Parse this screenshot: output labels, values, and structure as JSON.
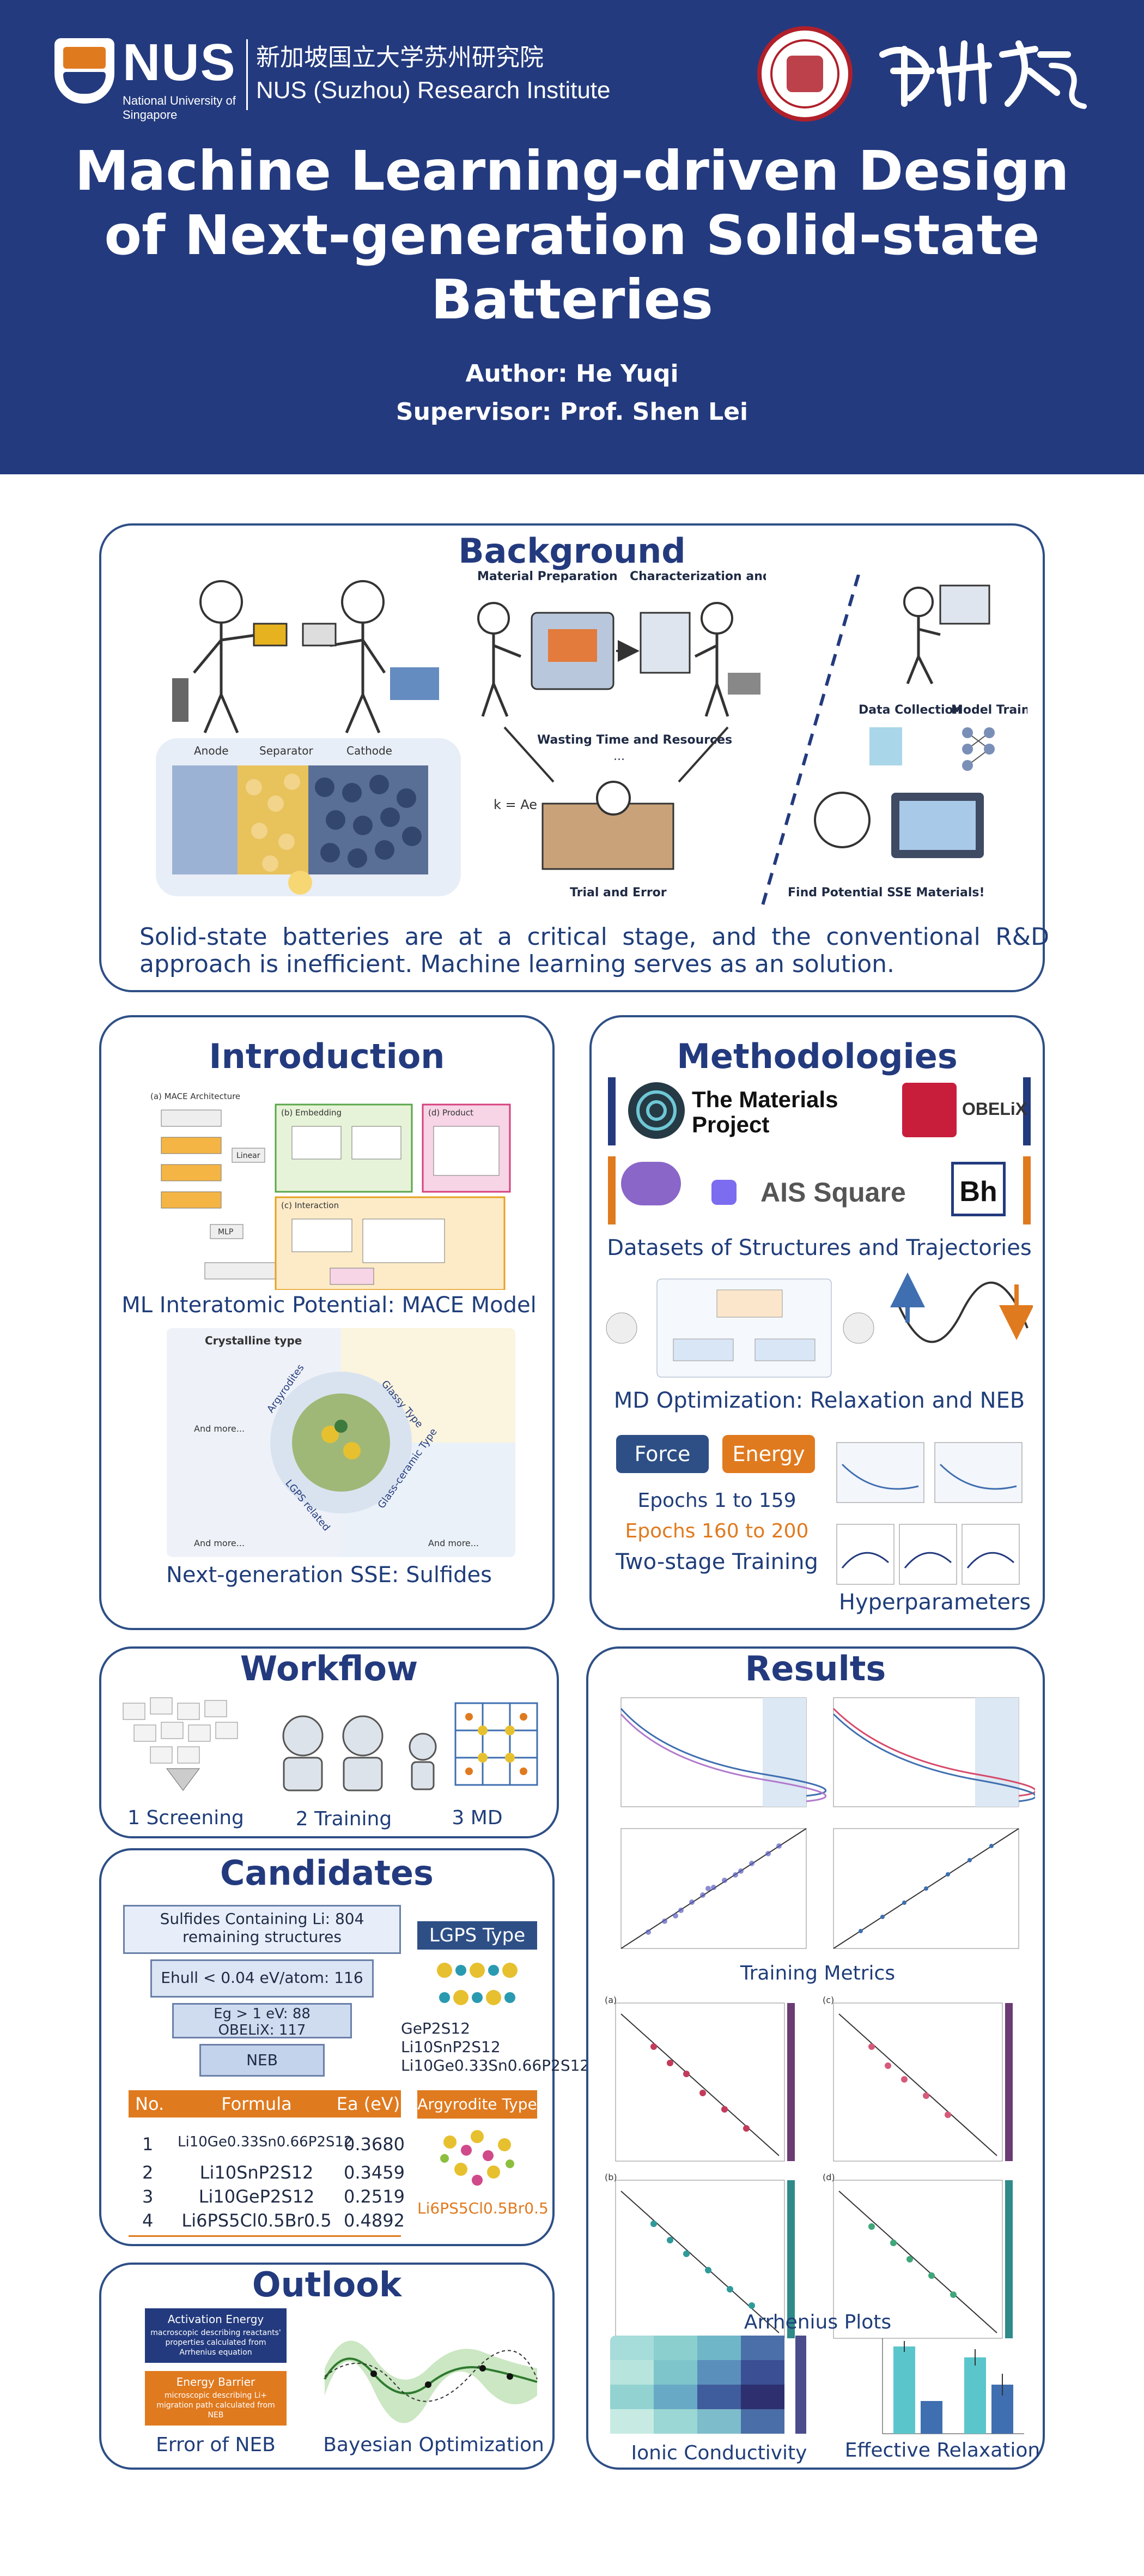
{
  "header": {
    "nus_name": "NUS",
    "nus_subtitle": "National University of Singapore",
    "institute_cn": "新加坡国立大学苏州研究院",
    "institute_en": "NUS (Suzhou) Research Institute",
    "title": "Machine Learning-driven Design of Next-generation Solid-state Batteries",
    "author": "Author: He Yuqi",
    "supervisor": "Supervisor: Prof. Shen Lei",
    "colors": {
      "banner": "#233a7e",
      "accent": "#e07a1f",
      "seal": "#b0202a"
    }
  },
  "background": {
    "title": "Background",
    "labels": {
      "material_prep": "Material Preparation",
      "characterization": "Characterization and Testing",
      "wasting": "Wasting Time and Resources",
      "ellipsis": "...",
      "trial": "Trial and Error",
      "data_collection": "Data Collection",
      "model_training": "Model Training",
      "find_sse": "Find Potential SSE Materials!",
      "anode": "Anode",
      "separator": "Separator",
      "cathode": "Cathode"
    },
    "text": "Solid-state batteries are at a critical stage, and the conventional R&D approach is inefficient. Machine learning serves as an solution."
  },
  "introduction": {
    "title": "Introduction",
    "mace_caption": "ML Interatomic Potential: MACE Model",
    "mace_labels": {
      "arch": "(a) MACE Architecture",
      "embedding": "(b) Embedding",
      "interaction": "(c) Interaction",
      "product": "(d) Product",
      "linear": "Linear",
      "mlp": "MLP"
    },
    "sse_caption": "Next-generation SSE: Sulfides",
    "sse_types": {
      "crystalline": "Crystalline type",
      "argyrodites": "Argyrodites",
      "glassy": "Glassy Type",
      "lgps": "LGPS related",
      "glass_ceramic": "Glass-ceramic Type",
      "and_more": "And more..."
    }
  },
  "methodologies": {
    "title": "Methodologies",
    "databases": [
      "The Materials Project",
      "OBELiX",
      "AIS Square"
    ],
    "datasets_caption": "Datasets of Structures and Trajectories",
    "md_caption": "MD Optimization: Relaxation and NEB",
    "force_label": "Force",
    "energy_label": "Energy",
    "epochs_stage1": "Epochs 1 to 159",
    "epochs_stage2": "Epochs 160 to 200",
    "training_caption": "Two-stage Training",
    "hyper_caption": "Hyperparameters"
  },
  "workflow": {
    "title": "Workflow",
    "steps": [
      "1 Screening",
      "2 Training",
      "3 MD"
    ]
  },
  "candidates": {
    "title": "Candidates",
    "funnel": [
      "Sulfides Containing Li: 804 remaining structures",
      "Ehull < 0.04 eV/atom: 116",
      "Eg > 1 eV: 88  OBELiX: 117",
      "NEB"
    ],
    "lgps_tag": "LGPS Type",
    "lgps_formulas": "GeP2S12  Li10SnP2S12  Li10Ge0.33Sn0.66P2S12",
    "argyrodite_tag": "Argyrodite Type",
    "argyrodite_formula": "Li6PS5Cl0.5Br0.5",
    "table_headers": [
      "No.",
      "Formula",
      "Ea (eV)"
    ],
    "rows": [
      {
        "no": "1",
        "formula": "Li10Ge0.33Sn0.66P2S12",
        "ea": "0.3680"
      },
      {
        "no": "2",
        "formula": "Li10SnP2S12",
        "ea": "0.3459"
      },
      {
        "no": "3",
        "formula": "Li10GeP2S12",
        "ea": "0.2519"
      },
      {
        "no": "4",
        "formula": "Li6PS5Cl0.5Br0.5",
        "ea": "0.4892"
      }
    ]
  },
  "outlook": {
    "title": "Outlook",
    "box1_title": "Activation Energy",
    "box1_text": "macroscopic describing reactants' properties calculated from Arrhenius equation",
    "box2_title": "Energy Barrier",
    "box2_text": "microscopic describing Li+ migration path calculated from NEB",
    "caption_left": "Error of NEB",
    "caption_right": "Bayesian Optimization"
  },
  "results": {
    "title": "Results",
    "training_caption": "Training Metrics",
    "arrhenius_caption": "Arrhenius Plots",
    "ionic_caption": "Ionic Conductivity",
    "relax_caption": "Effective Relaxation",
    "panel_labels": [
      "(a)",
      "(b)",
      "(c)",
      "(d)"
    ]
  }
}
